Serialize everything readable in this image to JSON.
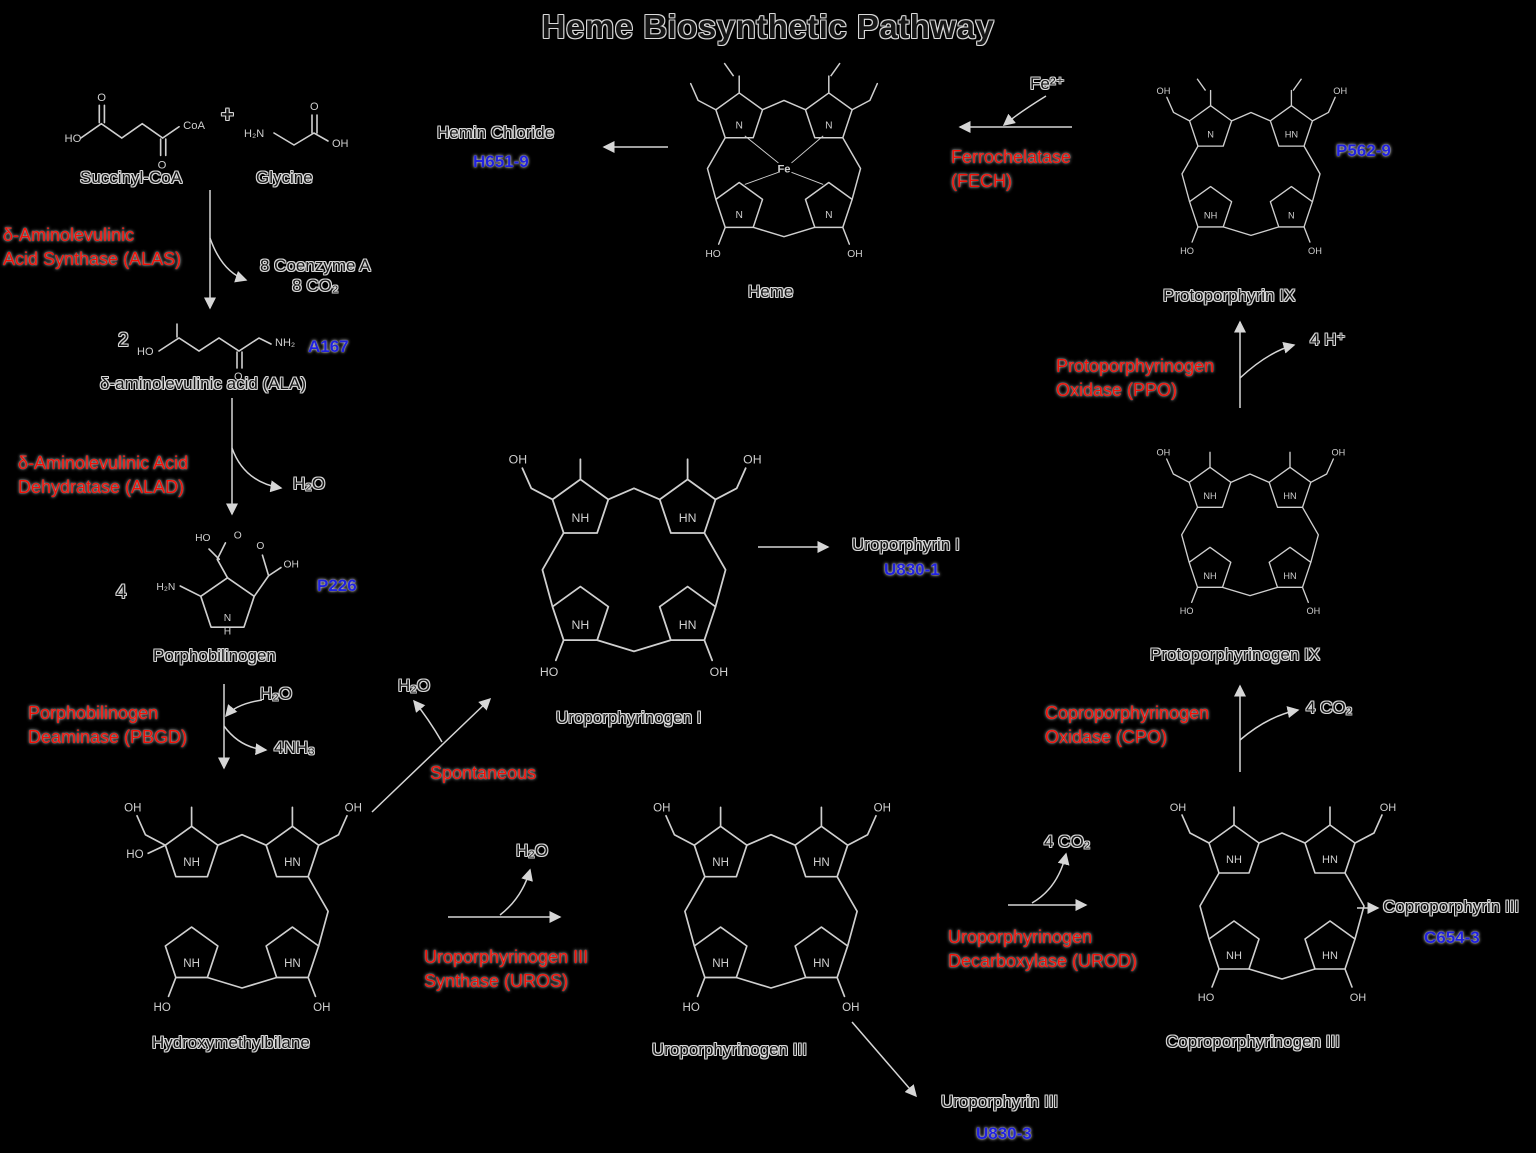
{
  "title": "Heme Biosynthetic Pathway",
  "colors": {
    "background": "#000000",
    "enzyme_text": "#f31007",
    "catalog_text": "#2021df",
    "line_art": "#cfcfcf"
  },
  "compounds": {
    "succinyl_coa": {
      "label": "Succinyl-CoA"
    },
    "glycine": {
      "label": "Glycine"
    },
    "ala": {
      "label": "δ-aminolevulinic acid (ALA)",
      "catalog": "A167",
      "coefficient": "2"
    },
    "porphobilinogen": {
      "label": "Porphobilinogen",
      "catalog": "P226",
      "coefficient": "4"
    },
    "hydroxymethylbilane": {
      "label": "Hydroxymethylbilane"
    },
    "uroporphyrinogen_i": {
      "label": "Uroporphyrinogen I"
    },
    "uroporphyrin_i": {
      "label": "Uroporphyrin I",
      "catalog": "U830-1"
    },
    "uroporphyrinogen_iii": {
      "label": "Uroporphyrinogen III"
    },
    "uroporphyrin_iii": {
      "label": "Uroporphyrin III",
      "catalog": "U830-3"
    },
    "coproporphyrinogen_iii": {
      "label": "Coproporphyrinogen III"
    },
    "coproporphyrin_iii": {
      "label": "Coproporphyrin III",
      "catalog": "C654-3"
    },
    "protoporphyrinogen_ix": {
      "label": "Protoporphyrinogen IX"
    },
    "protoporphyrin_ix": {
      "label": "Protoporphyrin IX",
      "catalog": "P562-9"
    },
    "heme": {
      "label": "Heme"
    },
    "hemin_chloride": {
      "label": "Hemin Chloride",
      "catalog": "H651-9"
    }
  },
  "enzymes": {
    "alas": {
      "line1": "δ-Aminolevulinic",
      "line2": "Acid Synthase (ALAS)"
    },
    "alad": {
      "line1": "δ-Aminolevulinic Acid",
      "line2": "Dehydratase (ALAD)"
    },
    "pbgd": {
      "line1": "Porphobilinogen",
      "line2": "Deaminase (PBGD)"
    },
    "spontaneous": {
      "line1": "Spontaneous"
    },
    "uros": {
      "line1": "Uroporphyrinogen III",
      "line2": "Synthase (UROS)"
    },
    "urod": {
      "line1": "Uroporphyrinogen",
      "line2": "Decarboxylase (UROD)"
    },
    "cpo": {
      "line1": "Coproporphyrinogen",
      "line2": "Oxidase (CPO)"
    },
    "ppo": {
      "line1": "Protoporphyrinogen",
      "line2": "Oxidase (PPO)"
    },
    "fech": {
      "line1": "Ferrochelatase",
      "line2": "(FECH)"
    }
  },
  "cofactors": {
    "plus": "+",
    "alas_out1": "8 Coenzyme A",
    "alas_out2": "8 CO₂",
    "alad_out": "H₂O",
    "pbgd_in": "H₂O",
    "pbgd_out": "4NH₃",
    "spont_out": "H₂O",
    "uros_out": "H₂O",
    "urod_out": "4 CO₂",
    "cpo_out": "4 CO₂",
    "ppo_out": "4 H⁺",
    "fech_in": "Fe²⁺"
  }
}
